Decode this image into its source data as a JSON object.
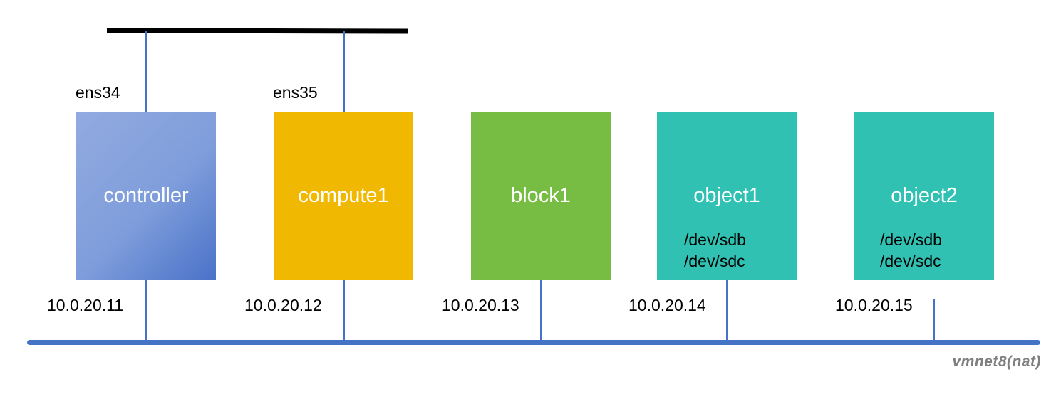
{
  "external_bus": {
    "color": "#000000"
  },
  "internal_bus": {
    "color": "#4472c4",
    "label": "vmnet8(nat)"
  },
  "nodes": [
    {
      "name": "controller",
      "ip": "10.0.20.11",
      "iface": "ens34",
      "color": "#8faadc",
      "disks": []
    },
    {
      "name": "compute1",
      "ip": "10.0.20.12",
      "iface": "ens35",
      "color": "#f0b800",
      "disks": []
    },
    {
      "name": "block1",
      "ip": "10.0.20.13",
      "iface": "",
      "color": "#77bc43",
      "disks": []
    },
    {
      "name": "object1",
      "ip": "10.0.20.14",
      "iface": "",
      "color": "#30c1b3",
      "disks": [
        "/dev/sdb",
        "/dev/sdc"
      ]
    },
    {
      "name": "object2",
      "ip": "10.0.20.15",
      "iface": "",
      "color": "#30c1b3",
      "disks": [
        "/dev/sdb",
        "/dev/sdc"
      ]
    }
  ]
}
